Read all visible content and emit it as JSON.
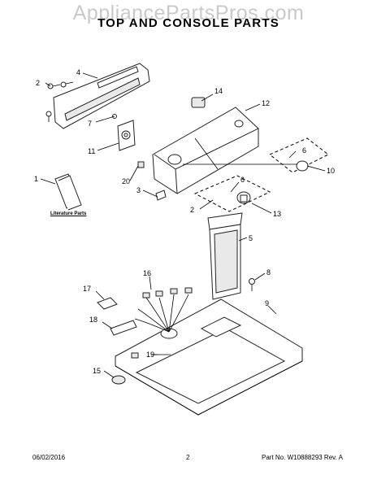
{
  "watermark": "AppliancePartsPros.com",
  "title": "TOP AND CONSOLE PARTS",
  "callouts": [
    "1",
    "2",
    "2",
    "3",
    "4",
    "5",
    "6",
    "6",
    "7",
    "8",
    "9",
    "10",
    "11",
    "12",
    "13",
    "14",
    "15",
    "16",
    "17",
    "18",
    "19",
    "20"
  ],
  "literature_label": "Literature Parts",
  "footer": {
    "date": "06/02/2016",
    "page": "2",
    "part_no": "Part No. W10888293  Rev. A"
  }
}
